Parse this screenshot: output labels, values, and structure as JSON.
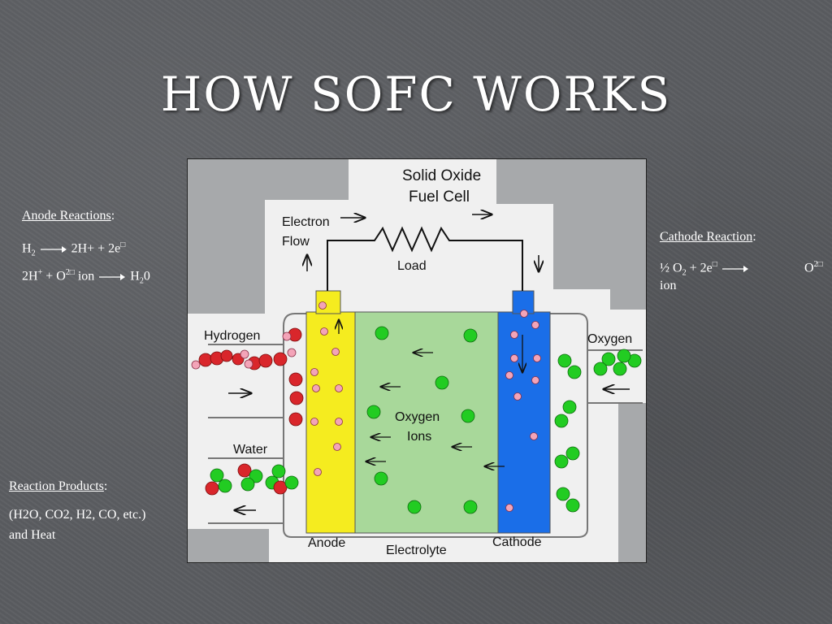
{
  "slide": {
    "title": "How SOFC Works"
  },
  "diagram": {
    "heading_line1": "Solid Oxide",
    "heading_line2": "Fuel Cell",
    "electron_label_line1": "Electron",
    "electron_label_line2": "Flow",
    "load_label": "Load",
    "hydrogen_label": "Hydrogen",
    "water_label": "Water",
    "oxygen_label": "Oxygen",
    "oxygen_ions_line1": "Oxygen",
    "oxygen_ions_line2": "Ions",
    "anode_label": "Anode",
    "electrolyte_label": "Electrolyte",
    "cathode_label": "Cathode",
    "colors": {
      "anode": "#f5ec1f",
      "electrolyte": "#a8d89a",
      "cathode": "#1a6ee8",
      "hydrogen_atom": "#d9262b",
      "oxygen_atom": "#22cc22",
      "background": "#f0f0f0",
      "gray_block": "#a7a9ab"
    }
  },
  "anode_reactions": {
    "heading": "Anode Reactions",
    "heading_colon": ":",
    "r1_left": "H",
    "r1_left_sub": "2",
    "r1_right": "2H+ + 2e",
    "r1_right_sup": "□",
    "r2_left": "2H",
    "r2_left_sup": "+",
    "r2_mid": " + O",
    "r2_mid_sup": "2□",
    "r2_ion": " ion",
    "r2_right": "H",
    "r2_right_sub": "2",
    "r2_right_end": "0"
  },
  "cathode_reaction": {
    "heading": "Cathode Reaction",
    "heading_colon": ":",
    "r1_left": "½ O",
    "r1_left_sub": "2",
    "r1_mid": " + 2e",
    "r1_mid_sup": "□",
    "r1_right": "O",
    "r1_right_sup": "2□",
    "r1_ion": "ion"
  },
  "reaction_products": {
    "heading": "Reaction Products",
    "heading_colon": ":",
    "line1": "(H2O, CO2, H2, CO, etc.)",
    "line2": "and Heat"
  }
}
